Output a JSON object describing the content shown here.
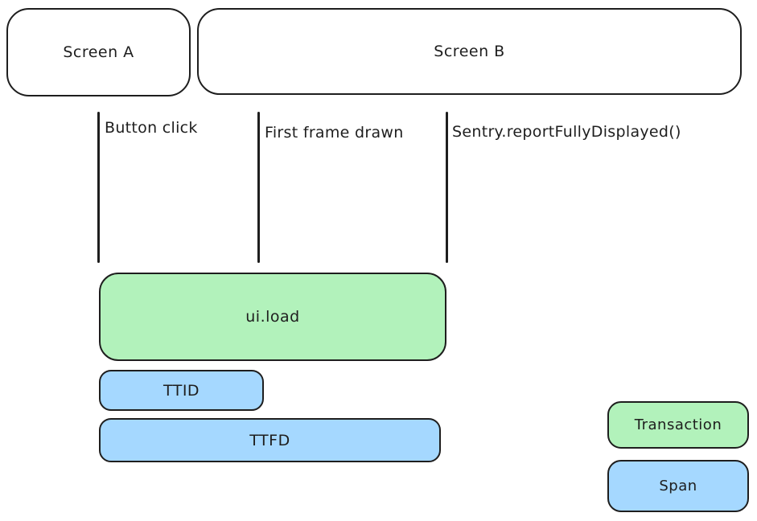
{
  "screens": [
    {
      "label": "Screen A"
    },
    {
      "label": "Screen B"
    }
  ],
  "events": [
    {
      "label": "Button click"
    },
    {
      "label": "First frame drawn"
    },
    {
      "label": "Sentry.reportFullyDisplayed()"
    }
  ],
  "bars": [
    {
      "label": "ui.load",
      "kind": "transaction"
    },
    {
      "label": "TTID",
      "kind": "span"
    },
    {
      "label": "TTFD",
      "kind": "span"
    }
  ],
  "legend": [
    {
      "label": "Transaction",
      "kind": "transaction"
    },
    {
      "label": "Span",
      "kind": "span"
    }
  ],
  "colors": {
    "transaction_fill": "#b2f2bb",
    "span_fill": "#a5d8ff",
    "stroke": "#1e1e1e",
    "background": "#ffffff"
  }
}
